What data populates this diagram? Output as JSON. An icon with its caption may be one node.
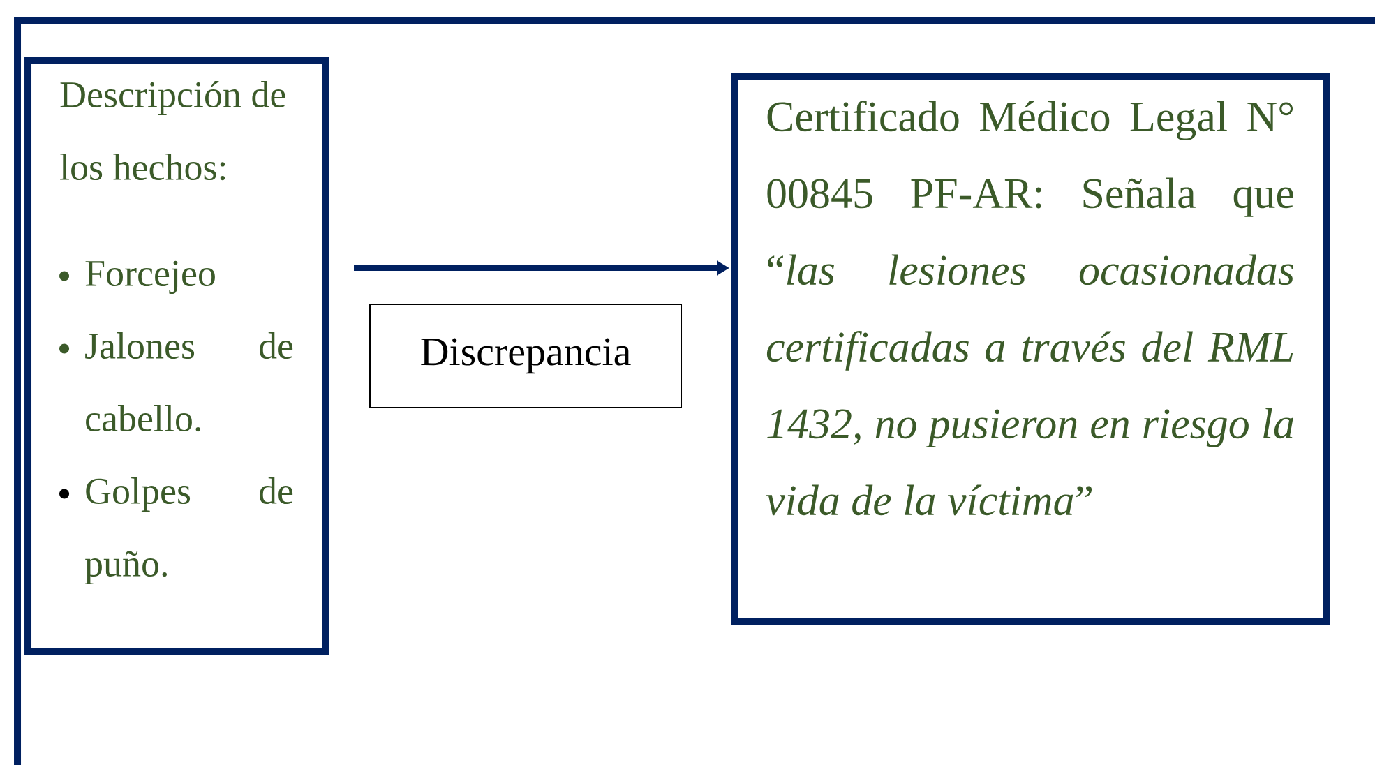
{
  "diagram": {
    "nodes": [
      {
        "text": [
          "Descripción de los hechos:",
          "Forcejeo",
          "Jalones de cabello.",
          "Golpes de puño."
        ]
      },
      {
        "text": [
          "Discrepancia"
        ]
      },
      {
        "text": [
          "Certificado Médico Legal N° 00845 PF-AR: Señala que “*las lesiones ocasionadas certificadas a través del RML 1432, no pusieron en riesgo la vida de la víctima*”"
        ]
      }
    ],
    "edges": [
      {
        "from": 0,
        "to": 2,
        "arrow": "to"
      }
    ]
  }
}
